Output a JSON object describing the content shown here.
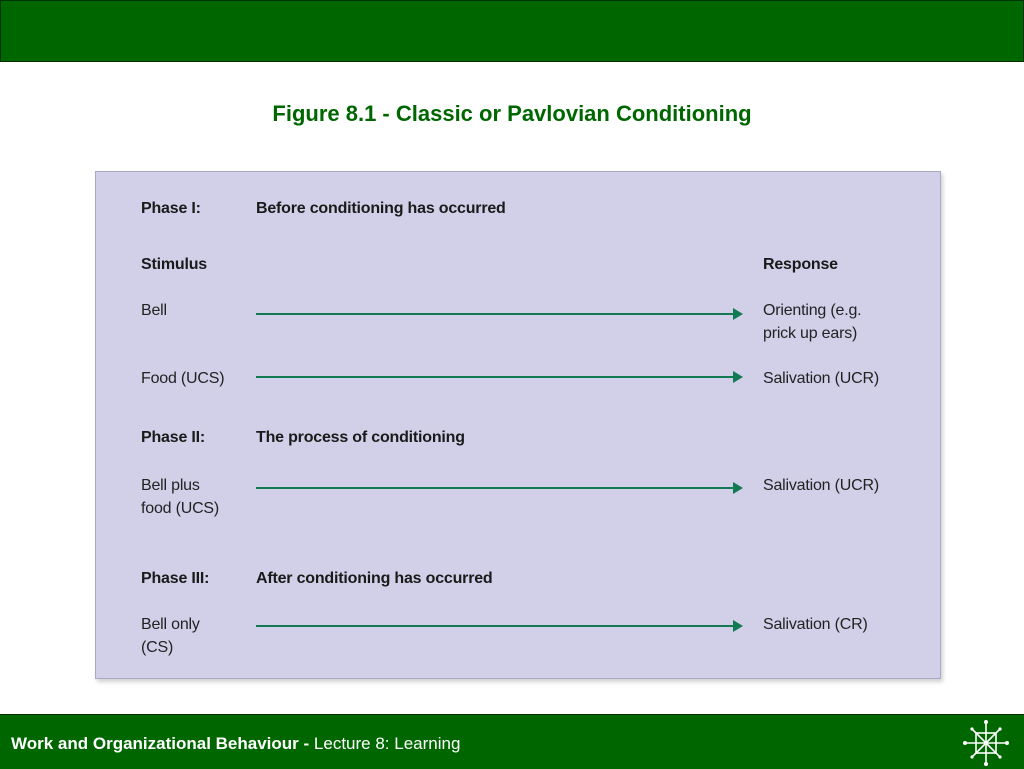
{
  "slide": {
    "title": "Figure 8.1 - Classic or Pavlovian Conditioning"
  },
  "figure": {
    "phase1": {
      "label": "Phase I:",
      "heading": "Before conditioning has occurred"
    },
    "columns": {
      "stimulus": "Stimulus",
      "response": "Response"
    },
    "phase1_rows": [
      {
        "stimulus": [
          "Bell"
        ],
        "response": [
          "Orienting (e.g.",
          "prick up ears)"
        ]
      },
      {
        "stimulus": [
          "Food (UCS)"
        ],
        "response": [
          "Salivation (UCR)"
        ]
      }
    ],
    "phase2": {
      "label": "Phase II:",
      "heading": "The process of conditioning"
    },
    "phase2_rows": [
      {
        "stimulus": [
          "Bell plus",
          "food (UCS)"
        ],
        "response": [
          "Salivation (UCR)"
        ]
      }
    ],
    "phase3": {
      "label": "Phase III:",
      "heading": "After conditioning has occurred"
    },
    "phase3_rows": [
      {
        "stimulus": [
          "Bell only",
          "(CS)"
        ],
        "response": [
          "Salivation (CR)"
        ]
      }
    ]
  },
  "footer": {
    "course": "Work and Organizational Behaviour -",
    "lecture": " Lecture 8: Learning"
  },
  "colors": {
    "brand_green": "#006600",
    "panel_lavender": "#d1d0e8",
    "arrow_green": "#127a52"
  },
  "icons": {
    "logo": "network-star-logo-icon"
  }
}
